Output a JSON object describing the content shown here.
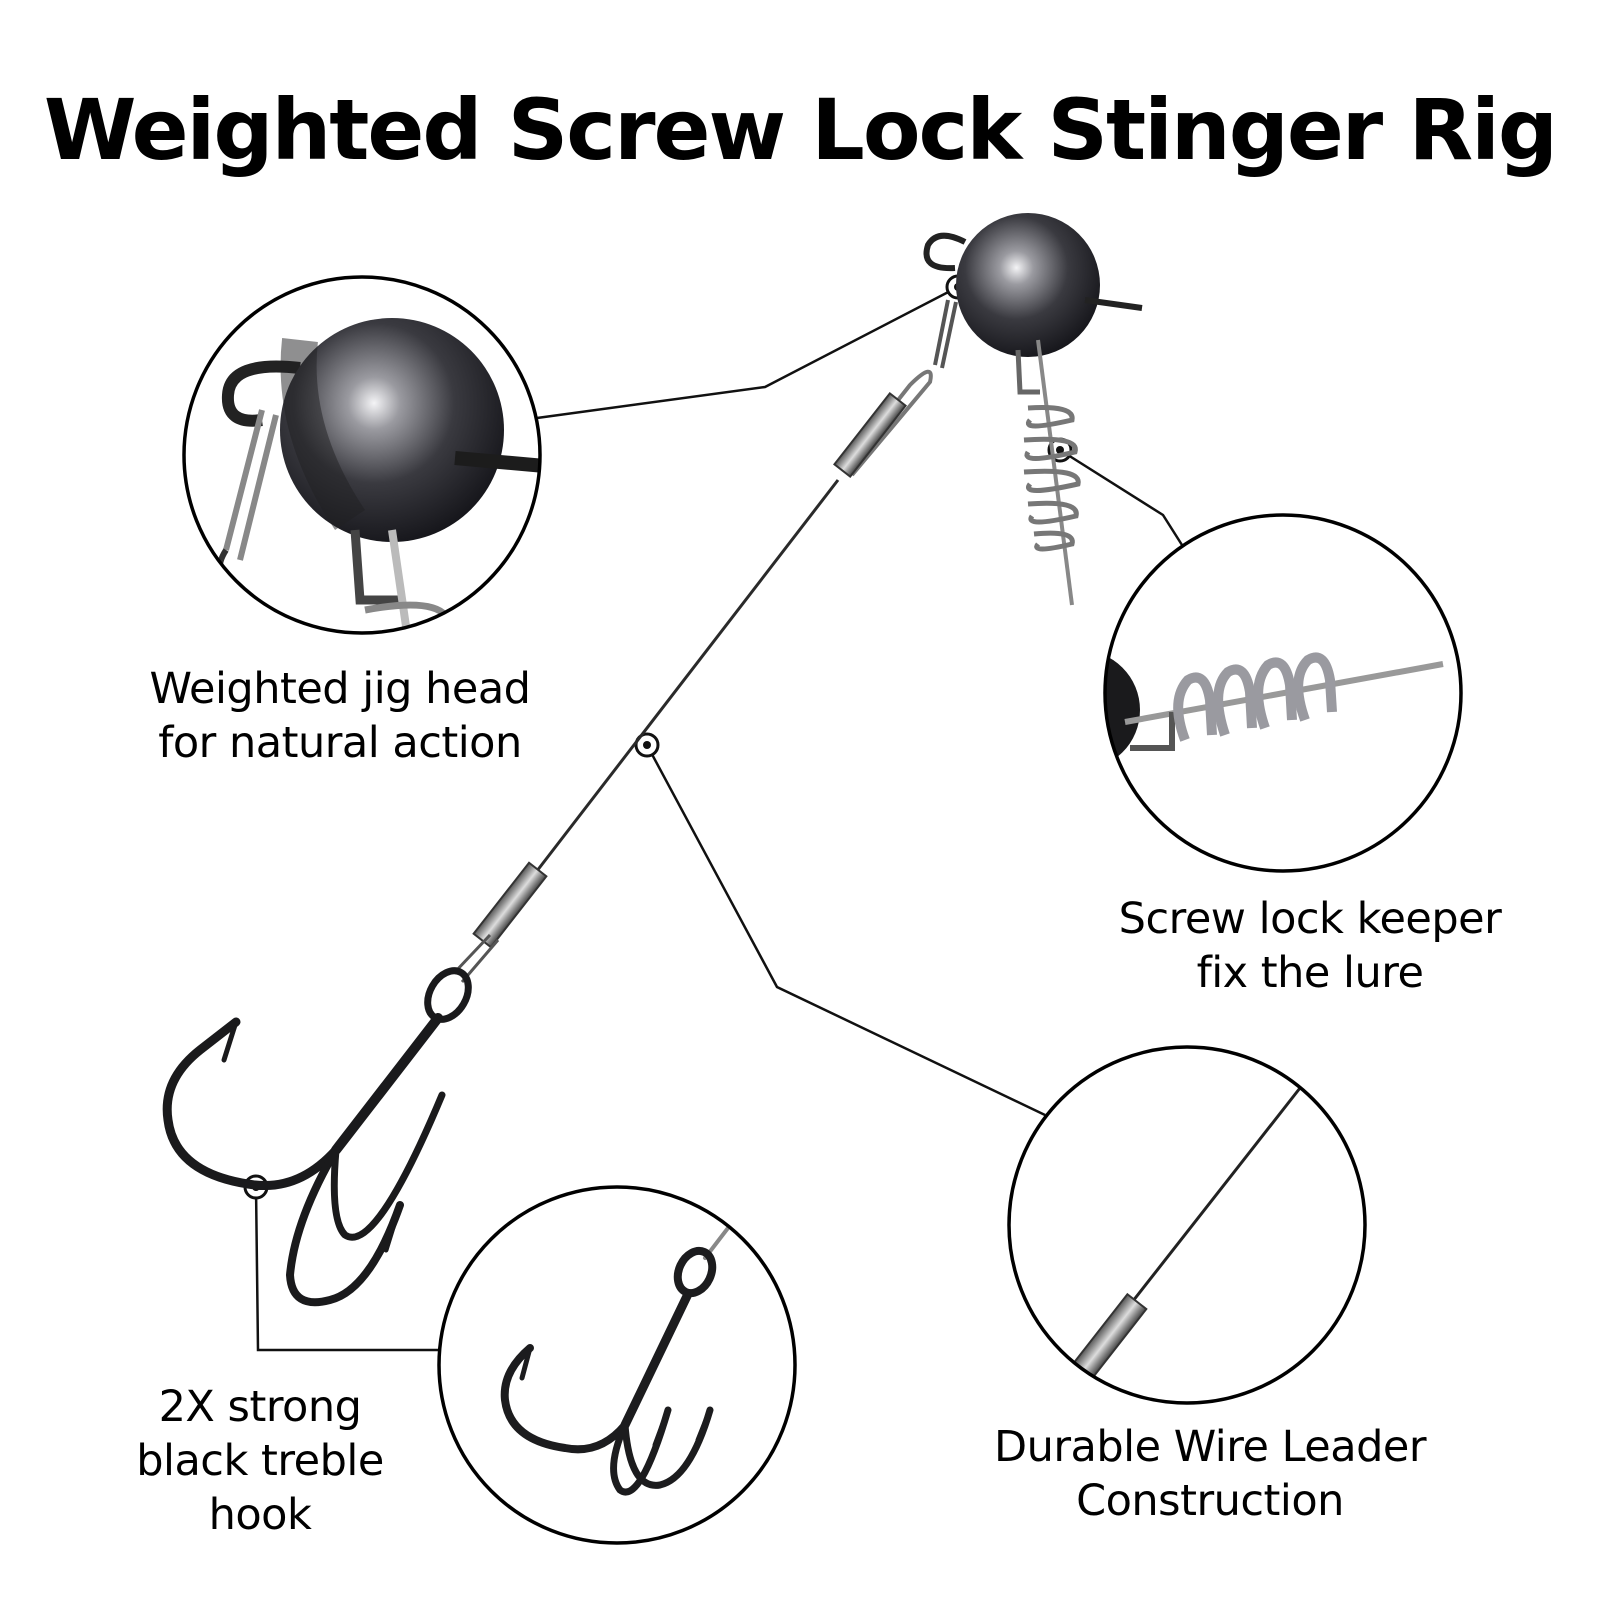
{
  "title": "Weighted Screw Lock Stinger Rig",
  "callouts": {
    "jig_head": {
      "line1": "Weighted jig head",
      "line2": "for natural action"
    },
    "screw_lock": {
      "line1": "Screw lock keeper",
      "line2": "fix the lure"
    },
    "wire_leader": {
      "line1": "Durable Wire Leader",
      "line2": "Construction"
    },
    "treble_hook": {
      "line1": "2X strong",
      "line2": "black treble",
      "line3": "hook"
    }
  },
  "colors": {
    "background": "#ffffff",
    "text": "#000000",
    "metal_dark": "#2b2b2f",
    "metal_light": "#c8c8cc",
    "hook_black": "#1a1a1c"
  }
}
